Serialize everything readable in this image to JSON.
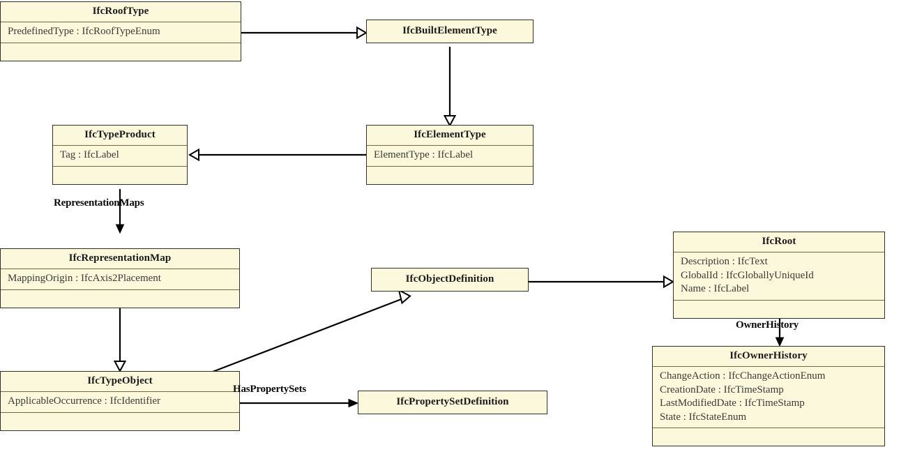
{
  "diagram": {
    "title": "IfcRoofType inheritance and association diagram",
    "colors": {
      "box_fill": "#fcf8dc",
      "box_border": "#30302a",
      "compartment_divider": "#6b6a45",
      "edge": "#000000",
      "background": "#ffffff"
    }
  },
  "classes": [
    {
      "id": "IfcRoofType",
      "name": "IfcRoofType",
      "attributes": [
        "PredefinedType : IfcRoofTypeEnum"
      ],
      "has_empty_compartment": true
    },
    {
      "id": "IfcBuiltElementType",
      "name": "IfcBuiltElementType",
      "attributes": [],
      "has_empty_compartment": false
    },
    {
      "id": "IfcTypeProduct",
      "name": "IfcTypeProduct",
      "attributes": [
        "Tag : IfcLabel"
      ],
      "has_empty_compartment": true
    },
    {
      "id": "IfcElementType",
      "name": "IfcElementType",
      "attributes": [
        "ElementType : IfcLabel"
      ],
      "has_empty_compartment": true
    },
    {
      "id": "IfcRepresentationMap",
      "name": "IfcRepresentationMap",
      "attributes": [
        "MappingOrigin : IfcAxis2Placement"
      ],
      "has_empty_compartment": true
    },
    {
      "id": "IfcObjectDefinition",
      "name": "IfcObjectDefinition",
      "attributes": [],
      "has_empty_compartment": false
    },
    {
      "id": "IfcRoot",
      "name": "IfcRoot",
      "attributes": [
        "Description : IfcText",
        "GlobalId : IfcGloballyUniqueId",
        "Name : IfcLabel"
      ],
      "has_empty_compartment": true
    },
    {
      "id": "IfcTypeObject",
      "name": "IfcTypeObject",
      "attributes": [
        "ApplicableOccurrence : IfcIdentifier"
      ],
      "has_empty_compartment": true
    },
    {
      "id": "IfcPropertySetDefinition",
      "name": "IfcPropertySetDefinition",
      "attributes": [],
      "has_empty_compartment": false
    },
    {
      "id": "IfcOwnerHistory",
      "name": "IfcOwnerHistory",
      "attributes": [
        "ChangeAction : IfcChangeActionEnum",
        "CreationDate : IfcTimeStamp",
        "LastModifiedDate : IfcTimeStamp",
        "State : IfcStateEnum"
      ],
      "has_empty_compartment": true
    }
  ],
  "edges": [
    {
      "id": "roof-to-builtelement",
      "from": "IfcRoofType",
      "to": "IfcBuiltElementType",
      "kind": "generalization",
      "arrowhead": "hollow-triangle",
      "label": ""
    },
    {
      "id": "builtelement-to-elementtype",
      "from": "IfcBuiltElementType",
      "to": "IfcElementType",
      "kind": "generalization",
      "arrowhead": "hollow-triangle",
      "label": ""
    },
    {
      "id": "elementtype-to-typeproduct",
      "from": "IfcElementType",
      "to": "IfcTypeProduct",
      "kind": "generalization",
      "arrowhead": "hollow-triangle",
      "label": ""
    },
    {
      "id": "typeproduct-to-representationmap",
      "from": "IfcTypeProduct",
      "to": "IfcRepresentationMap",
      "kind": "association",
      "arrowhead": "solid-arrow",
      "label": "RepresentationMaps"
    },
    {
      "id": "representationmap-to-typeobject",
      "from": "IfcRepresentationMap",
      "to": "IfcTypeObject",
      "kind": "generalization",
      "arrowhead": "hollow-triangle",
      "label": ""
    },
    {
      "id": "typeobject-to-objectdefinition",
      "from": "IfcTypeObject",
      "to": "IfcObjectDefinition",
      "kind": "generalization",
      "arrowhead": "hollow-triangle",
      "label": ""
    },
    {
      "id": "objectdefinition-to-root",
      "from": "IfcObjectDefinition",
      "to": "IfcRoot",
      "kind": "generalization",
      "arrowhead": "hollow-triangle",
      "label": ""
    },
    {
      "id": "typeobject-to-propertysetdefinition",
      "from": "IfcTypeObject",
      "to": "IfcPropertySetDefinition",
      "kind": "association",
      "arrowhead": "solid-arrow",
      "label": "HasPropertySets"
    },
    {
      "id": "root-to-ownerhistory",
      "from": "IfcRoot",
      "to": "IfcOwnerHistory",
      "kind": "association",
      "arrowhead": "solid-arrow",
      "label": "OwnerHistory"
    }
  ],
  "edge_labels": {
    "representation_maps": "RepresentationMaps",
    "has_property_sets": "HasPropertySets",
    "owner_history": "OwnerHistory"
  }
}
